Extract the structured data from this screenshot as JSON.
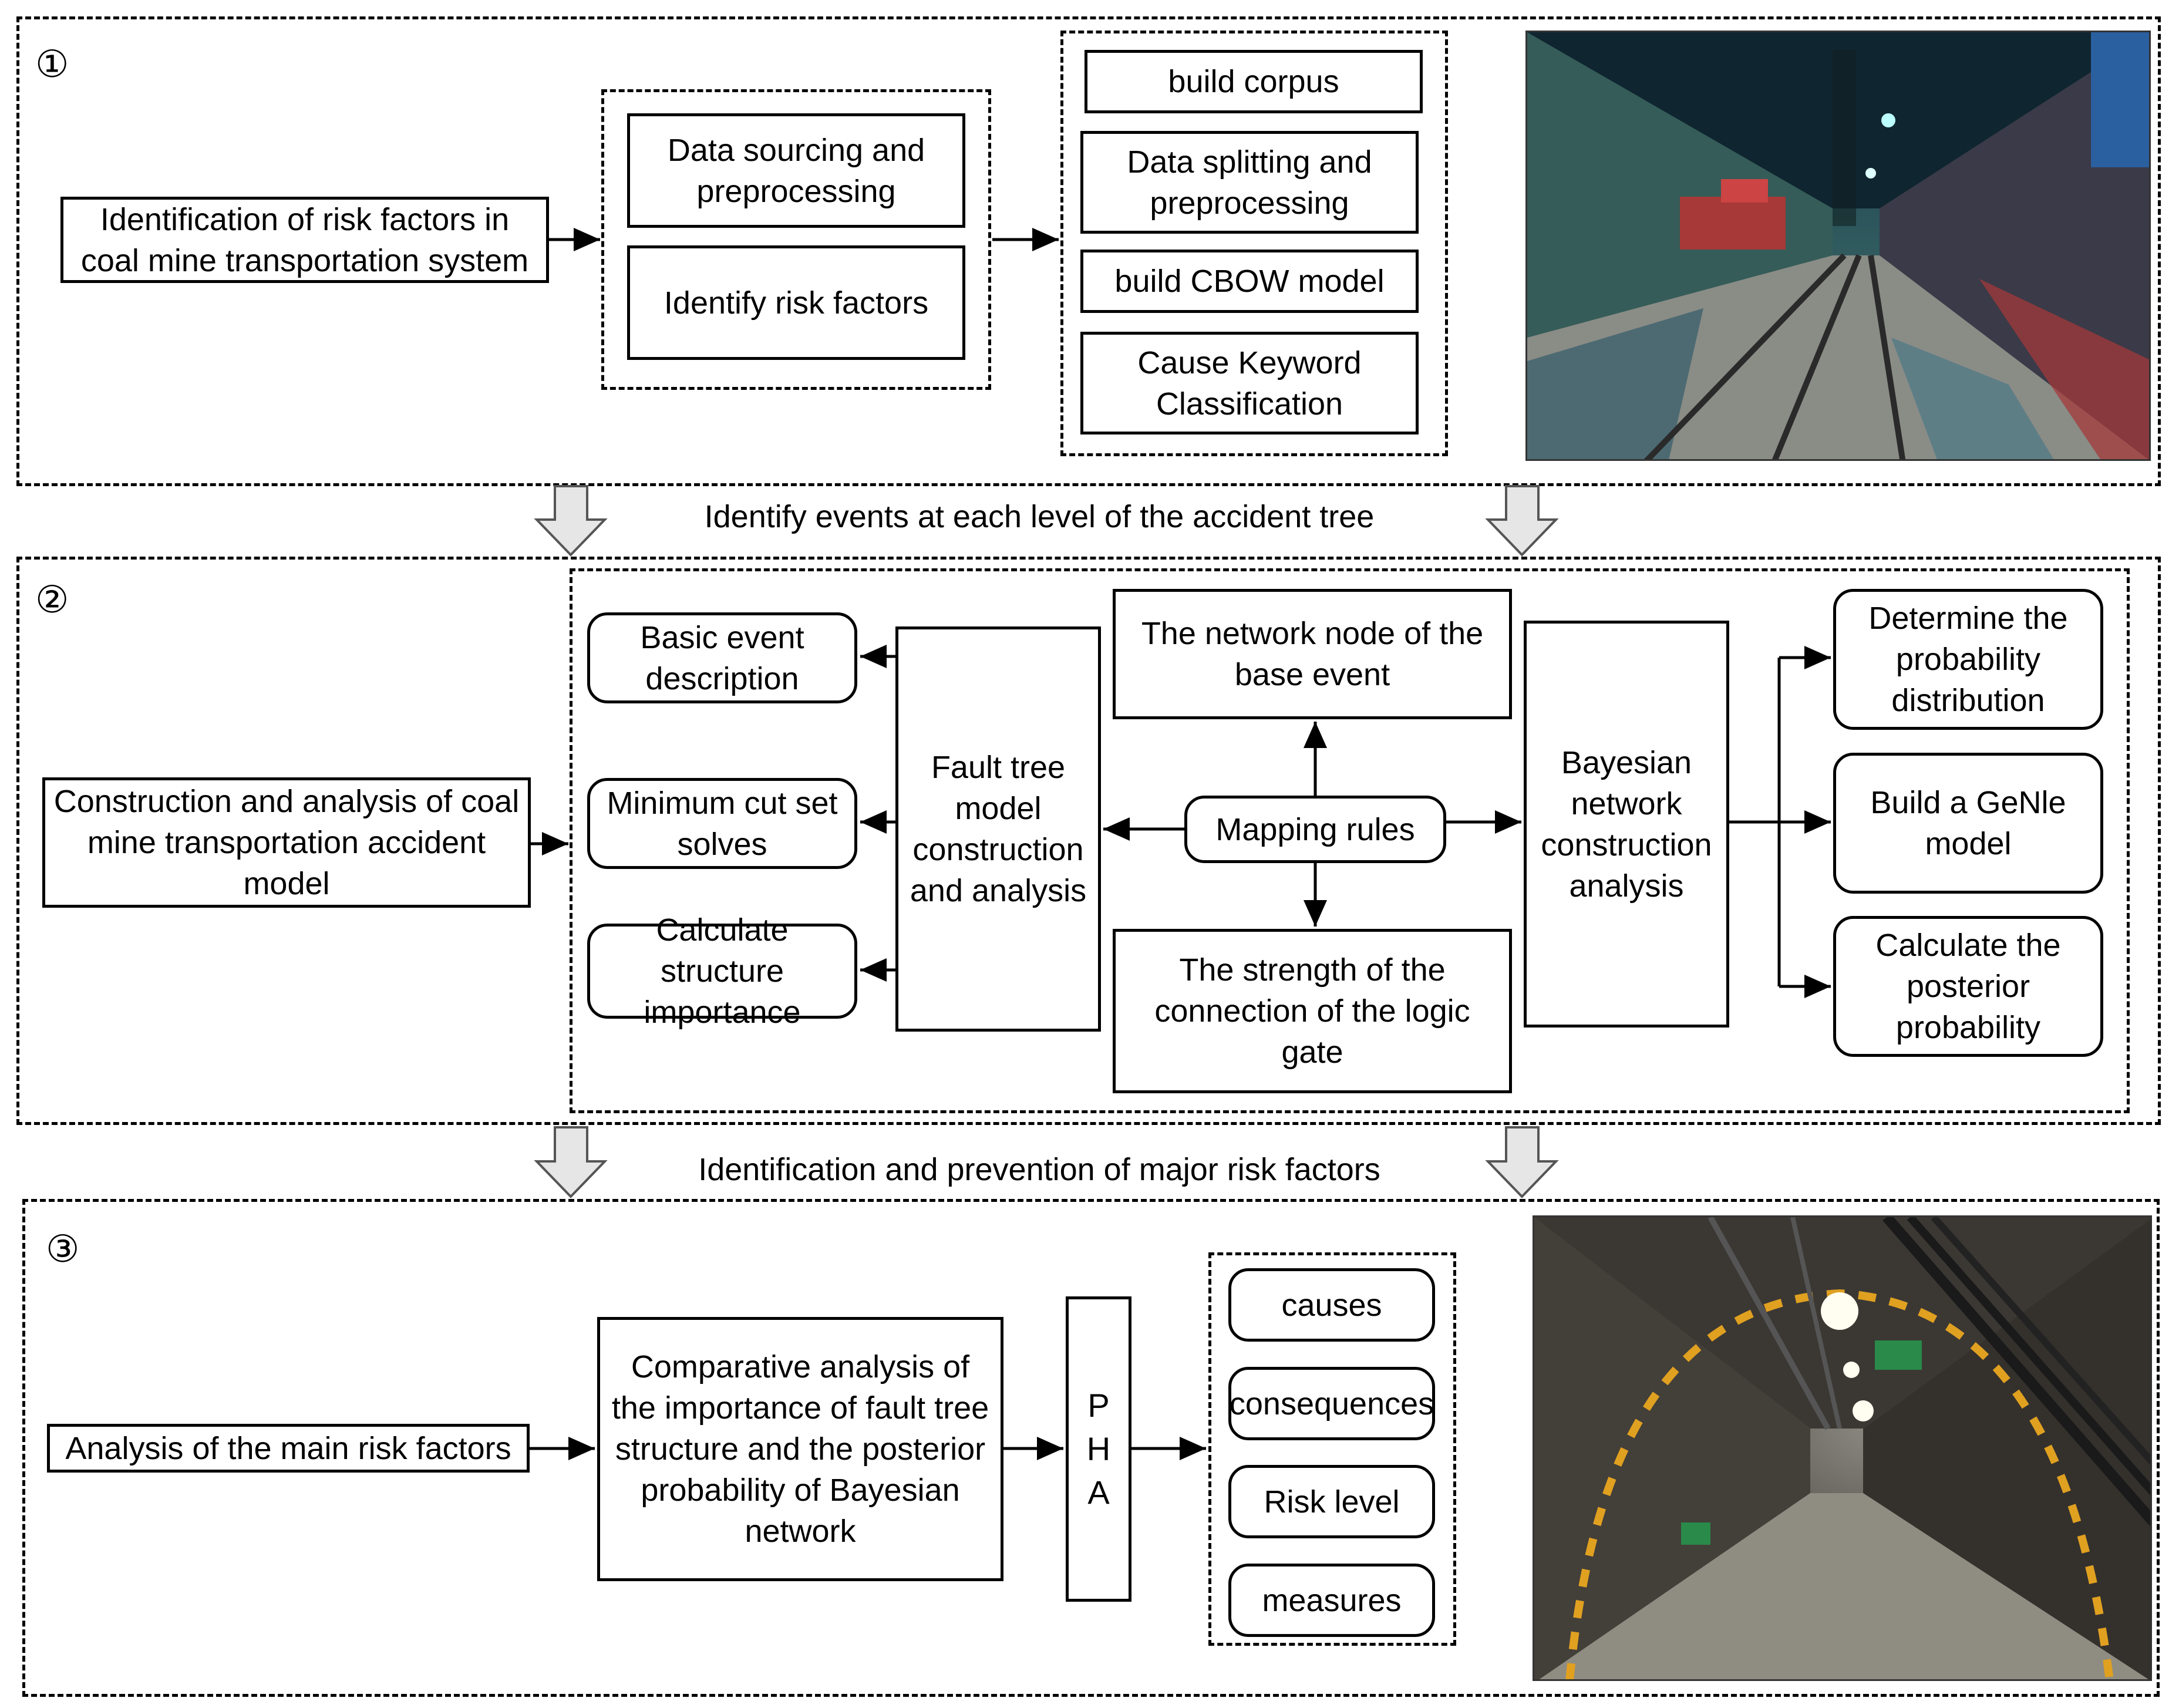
{
  "section1": {
    "marker": "①",
    "main_box": "Identification of risk factors in coal mine transportation system",
    "group_a": [
      "Data sourcing and preprocessing",
      "Identify risk factors"
    ],
    "group_b": [
      "build corpus",
      "Data splitting and preprocessing",
      "build CBOW model",
      "Cause Keyword Classification"
    ]
  },
  "caption1": "Identify events at each level of the accident tree",
  "section2": {
    "marker": "②",
    "main_box": "Construction and analysis of coal mine transportation accident model",
    "fault_outputs": [
      "Basic event description",
      "Minimum cut set solves",
      "Calculate structure importance"
    ],
    "fault_tree": "Fault tree model construction and analysis",
    "network_node": "The network node of the base event",
    "mapping_rules": "Mapping rules",
    "logic_gate": "The strength of the connection of the logic gate",
    "bayesian": "Bayesian network construction analysis",
    "bayes_outputs": [
      "Determine the probability distribution",
      "Build a GeNle model",
      "Calculate the posterior probability"
    ]
  },
  "caption2": "Identification and prevention of major risk factors",
  "section3": {
    "marker": "③",
    "main_box": "Analysis of the main risk factors",
    "comparative": "Comparative analysis of the importance of fault tree structure and the posterior probability of Bayesian network",
    "pha": [
      "P",
      "H",
      "A"
    ],
    "outputs": [
      "causes",
      "consequences",
      "Risk level",
      "measures"
    ]
  }
}
